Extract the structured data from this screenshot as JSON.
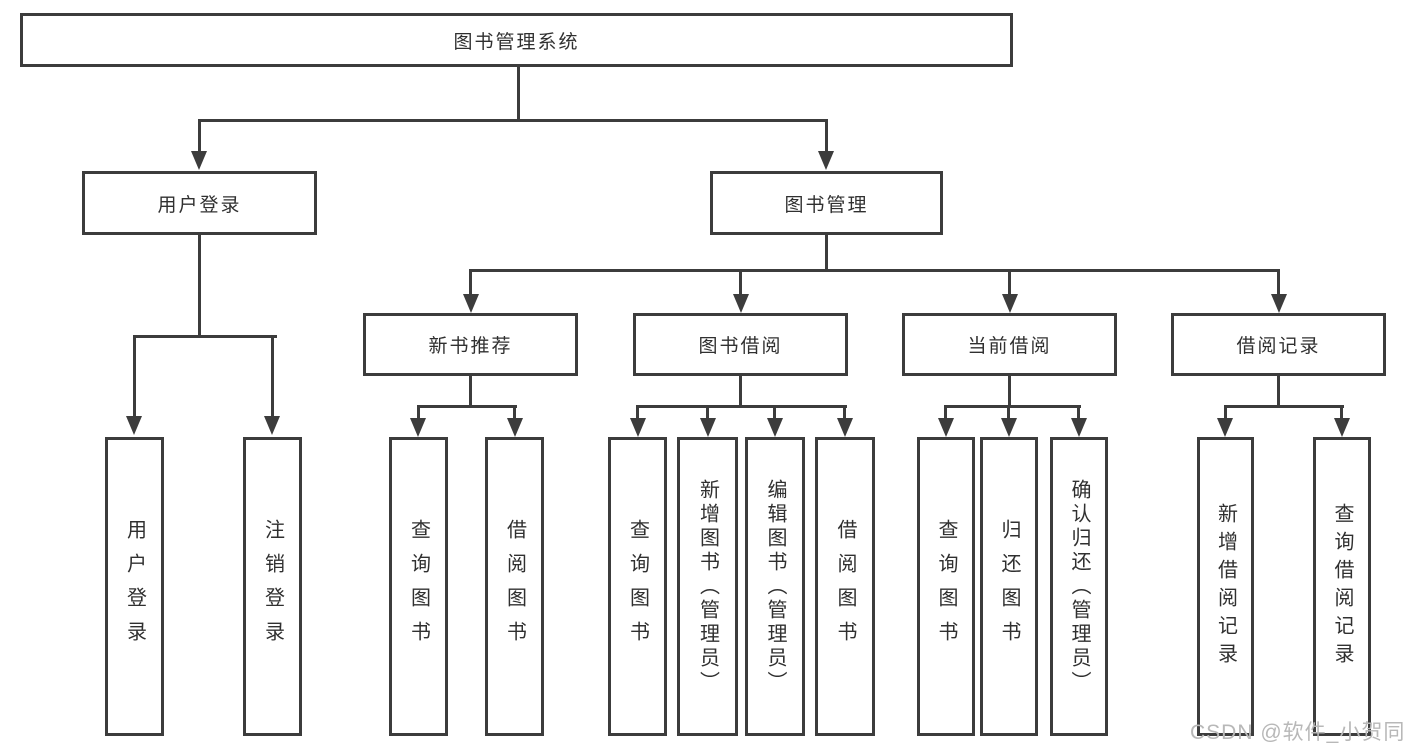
{
  "tree": {
    "root": {
      "label": "图书管理系统"
    },
    "level2": [
      {
        "label": "用户登录",
        "children": [
          {
            "label": "用户登录"
          },
          {
            "label": "注销登录"
          }
        ]
      },
      {
        "label": "图书管理",
        "children": [
          {
            "label": "新书推荐",
            "children": [
              {
                "label": "查询图书"
              },
              {
                "label": "借阅图书"
              }
            ]
          },
          {
            "label": "图书借阅",
            "children": [
              {
                "label": "查询图书"
              },
              {
                "label": "新增图书（管理员）"
              },
              {
                "label": "编辑图书（管理员）"
              },
              {
                "label": "借阅图书"
              }
            ]
          },
          {
            "label": "当前借阅",
            "children": [
              {
                "label": "查询图书"
              },
              {
                "label": "归还图书"
              },
              {
                "label": "确认归还（管理员）"
              }
            ]
          },
          {
            "label": "借阅记录",
            "children": [
              {
                "label": "新增借阅记录"
              },
              {
                "label": "查询借阅记录"
              }
            ]
          }
        ]
      }
    ]
  },
  "watermark": {
    "text": "CSDN @软件_小贺同学"
  },
  "colors": {
    "line": "#3c3c3c",
    "text": "#303030",
    "background": "#ffffff",
    "watermark_text": "#b8b8b8"
  }
}
